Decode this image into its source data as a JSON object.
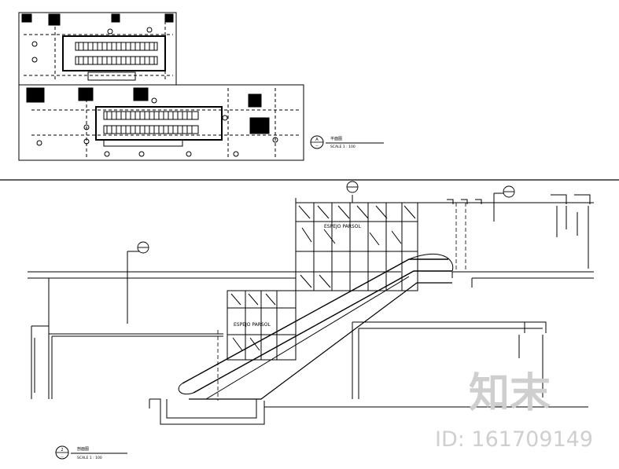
{
  "plan_view": {
    "title_mark": "A",
    "title_sheet": "—",
    "title_text": "平面图",
    "scale_text": "SCALE 1 : 100"
  },
  "section_view": {
    "glass_label_upper": "ESPEJO PARSOL",
    "glass_label_lower": "ESPEJO PARSOL",
    "title_mark": "2",
    "title_sheet": "—",
    "title_text": "剖面图",
    "scale_text": "SCALE 1 : 100"
  },
  "watermark": {
    "logo_text": "知末",
    "id_text": "ID: 161709149"
  }
}
